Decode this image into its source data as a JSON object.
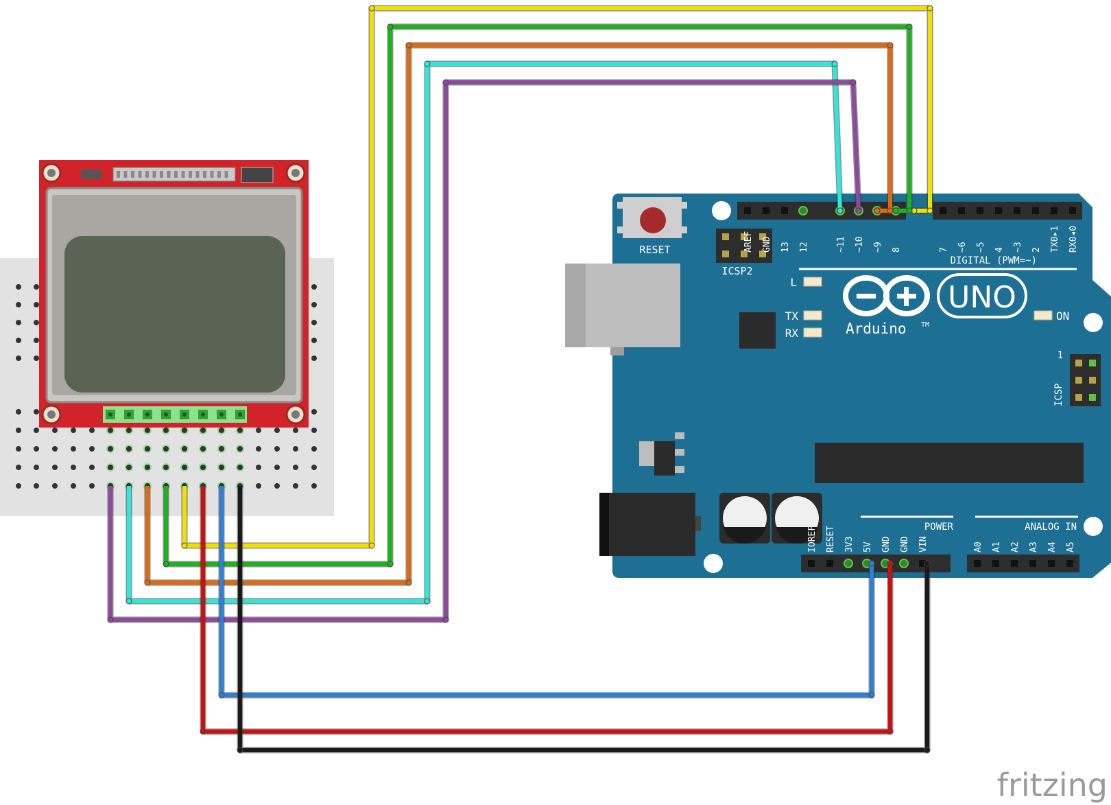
{
  "watermark": "fritzing",
  "lcd": {
    "pin_count": 8
  },
  "arduino": {
    "brand": "Arduino",
    "trademark": "TM",
    "model": "UNO",
    "reset_label": "RESET",
    "icsp2_label": "ICSP2",
    "icsp_label": "ICSP",
    "icsp_pin1": "1",
    "digital_label": "DIGITAL (PWM=~)",
    "led_l": "L",
    "led_tx": "TX",
    "led_rx": "RX",
    "led_on": "ON",
    "power_label": "POWER",
    "analog_label": "ANALOG IN",
    "digital_left_pins": [
      "AREF",
      "GND",
      "13",
      "12",
      "~11",
      "~10",
      "~9",
      "8"
    ],
    "digital_right_pins": [
      "7",
      "~6",
      "~5",
      "4",
      "~3",
      "2",
      "TX0▸1",
      "RX0◂0"
    ],
    "power_pins": [
      "IOREF",
      "RESET",
      "3V3",
      "5V",
      "GND",
      "GND",
      "VIN"
    ],
    "analog_pins": [
      "A0",
      "A1",
      "A2",
      "A3",
      "A4",
      "A5"
    ]
  },
  "colors": {
    "board": "#1d6f94",
    "yellow": "#f2e000",
    "green": "#1db31d",
    "orange": "#e06a10",
    "cyan": "#2ee8d8",
    "purple": "#8e4a9e",
    "red": "#cc1010",
    "blue": "#2f7fd6",
    "black": "#1a1a1a",
    "lcd_pcb": "#d2232a",
    "lcd_screen": "#5a6354"
  }
}
